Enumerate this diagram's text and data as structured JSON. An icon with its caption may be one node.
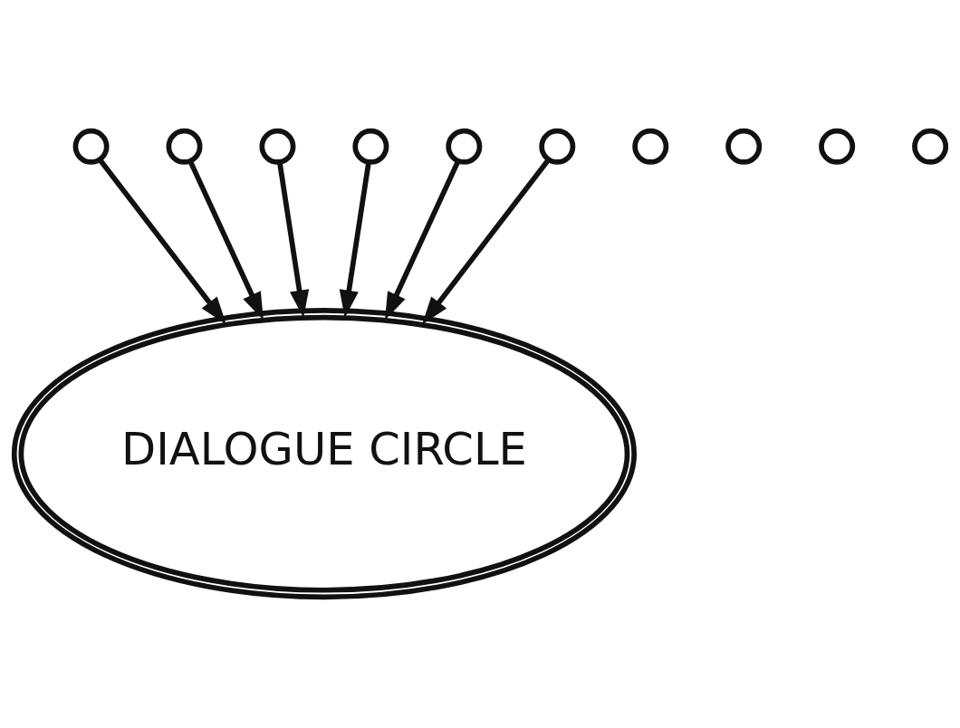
{
  "diagram": {
    "nodes": [
      {
        "text": [
          "DIALOGUE CIRCLE"
        ]
      },
      {
        "text": [],
        "shape": "circle"
      },
      {
        "text": [],
        "shape": "circle"
      },
      {
        "text": [],
        "shape": "circle"
      },
      {
        "text": [],
        "shape": "circle"
      },
      {
        "text": [],
        "shape": "circle"
      },
      {
        "text": [],
        "shape": "circle"
      },
      {
        "text": [],
        "shape": "circle"
      },
      {
        "text": [],
        "shape": "circle"
      },
      {
        "text": [],
        "shape": "circle"
      },
      {
        "text": [],
        "shape": "circle"
      }
    ],
    "edges": [
      {
        "from": 2,
        "to": 0,
        "arrow": "to"
      },
      {
        "from": 3,
        "to": 0,
        "arrow": "to"
      },
      {
        "from": 5,
        "to": 0,
        "arrow": "to"
      },
      {
        "from": 7,
        "to": 0,
        "arrow": "to"
      },
      {
        "from": 10,
        "to": 0,
        "arrow": "to"
      },
      {
        "from": 8,
        "to": 0,
        "arrow": "to"
      }
    ]
  }
}
